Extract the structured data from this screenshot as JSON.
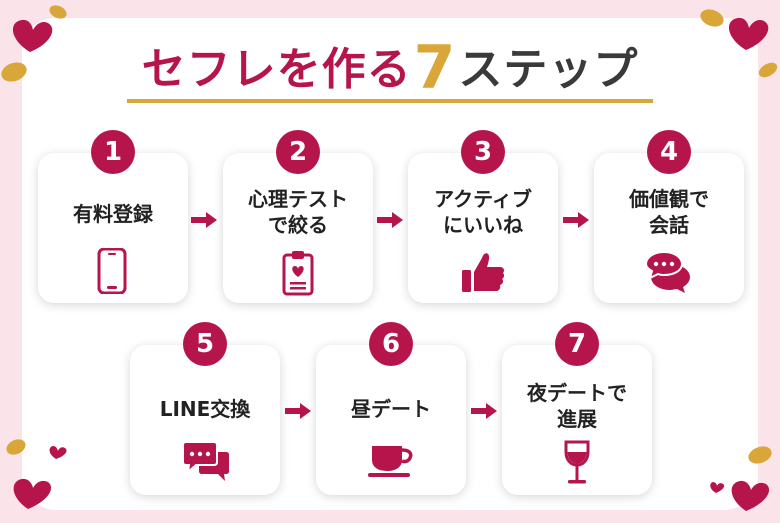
{
  "title": {
    "part1": "セフレを作る",
    "number": "7",
    "part2": "ステップ"
  },
  "steps": [
    {
      "number": "1",
      "label": "有料登録",
      "icon": "smartphone-icon"
    },
    {
      "number": "2",
      "label": "心理テスト\nで絞る",
      "icon": "clipboard-heart-icon"
    },
    {
      "number": "3",
      "label": "アクティブ\nにいいね",
      "icon": "thumbs-up-icon"
    },
    {
      "number": "4",
      "label": "価値観で\n会話",
      "icon": "chat-bubbles-icon"
    },
    {
      "number": "5",
      "label": "LINE交換",
      "icon": "message-bubbles-icon"
    },
    {
      "number": "6",
      "label": "昼デート",
      "icon": "coffee-cup-icon"
    },
    {
      "number": "7",
      "label": "夜デートで\n進展",
      "icon": "wine-glass-icon"
    }
  ],
  "colors": {
    "accent": "#b5154b",
    "gold": "#d9a63a",
    "background": "#fbe3ea",
    "text": "#222222"
  }
}
